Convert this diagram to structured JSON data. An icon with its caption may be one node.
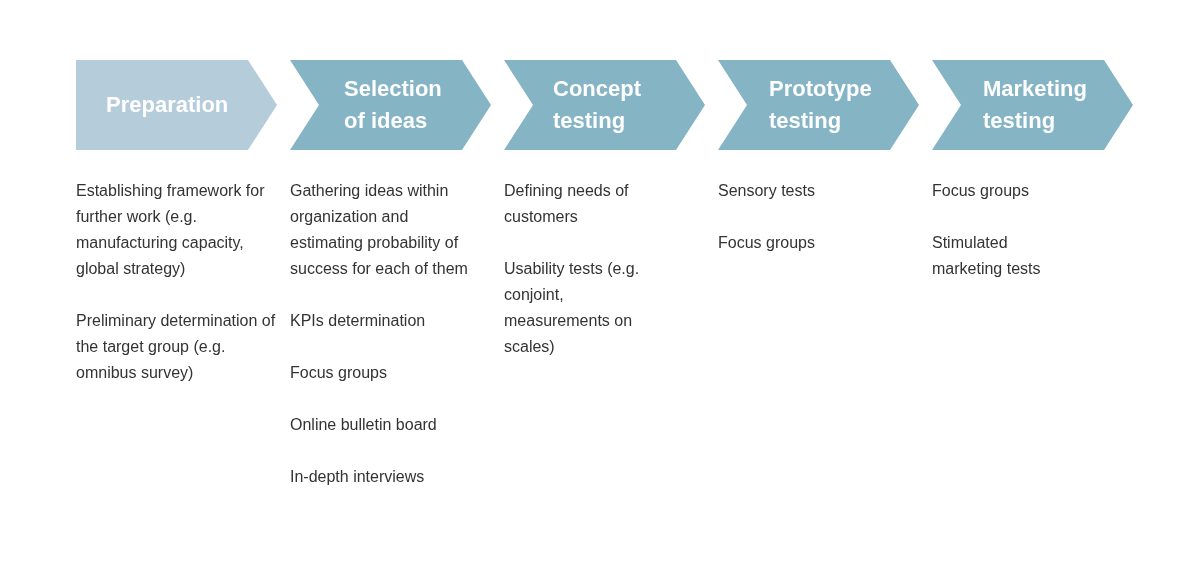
{
  "diagram": {
    "nodes": [
      {
        "text": [
          "Preparation"
        ],
        "beside": [
          "Establishing framework for further work (e.g. manufacturing capacity, global strategy)",
          "Preliminary determination of the target group (e.g. omnibus survey)"
        ]
      },
      {
        "text": [
          "Selection of ideas"
        ],
        "beside": [
          "Gathering ideas within organization and estimating probability of success for each of them",
          "KPIs determination",
          "Focus groups",
          "Online bulletin board",
          "In-depth interviews"
        ]
      },
      {
        "text": [
          "Concept testing"
        ],
        "beside": [
          "Defining needs of customers",
          "Usability tests (e.g. conjoint, measurements on scales)"
        ]
      },
      {
        "text": [
          "Prototype testing"
        ],
        "beside": [
          "Sensory tests",
          "Focus groups"
        ]
      },
      {
        "text": [
          "Marketing testing"
        ],
        "beside": [
          "Focus groups",
          "Stimulated marketing tests"
        ]
      }
    ]
  }
}
